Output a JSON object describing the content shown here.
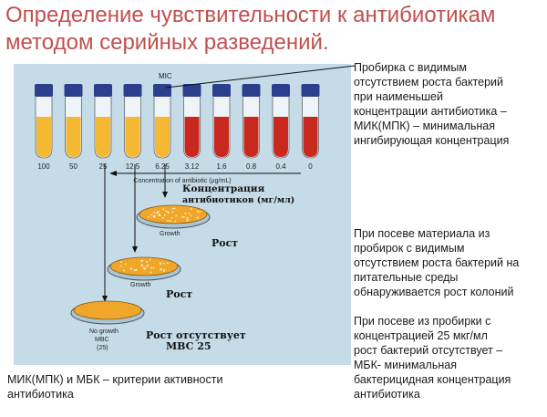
{
  "title": "Определение чувствительности к антибиотикам методом серийных разведений.",
  "tubes": {
    "mic_label": "MIC",
    "concentrations": [
      "100",
      "50",
      "25",
      "12.5",
      "6.25",
      "3.12",
      "1.6",
      "0.8",
      "0.4",
      "0"
    ],
    "axis_label": "Concentration of antibiotic (µg/mL)",
    "colors": {
      "clear": "#f4b832",
      "turbid": "#c8281e",
      "cap": "#2b3f8c"
    }
  },
  "figure_labels": {
    "concentration_ru_1": "Концентрация",
    "concentration_ru_2": "антибиотиков (мг/мл)",
    "growth_1": "Growth",
    "growth_ru_1": "Рост",
    "growth_2": "Growth",
    "growth_ru_2": "Рост",
    "no_growth_1": "No growth",
    "no_growth_2": "MBC",
    "no_growth_3": "(25)",
    "no_growth_ru_1": "Рост отсутствует",
    "no_growth_ru_2": "MBC 25"
  },
  "notes": {
    "top_right": [
      "Пробирка с видимым",
      "отсутствием роста  бактерий",
      "при наименьшей",
      "концентрации антибиотика –",
      "МИК(МПК) – минимальная",
      "ингибирующая концентрация"
    ],
    "middle_right": [
      "При посеве материала из",
      "пробирок с видимым",
      "отсутствием роста бактерий на",
      "питательные среды",
      "обнаруживается рост колоний"
    ],
    "bottom_right": [
      "При посеве из пробирки с",
      "концентрацией 25 мкг/мл",
      "рост бактерий отсутствует –",
      "МБК- минимальная",
      "бактерицидная концентрация",
      "антибиотика"
    ],
    "bottom_left": [
      "МИК(МПК) и МБК – критерии активности",
      "антибиотика"
    ]
  }
}
